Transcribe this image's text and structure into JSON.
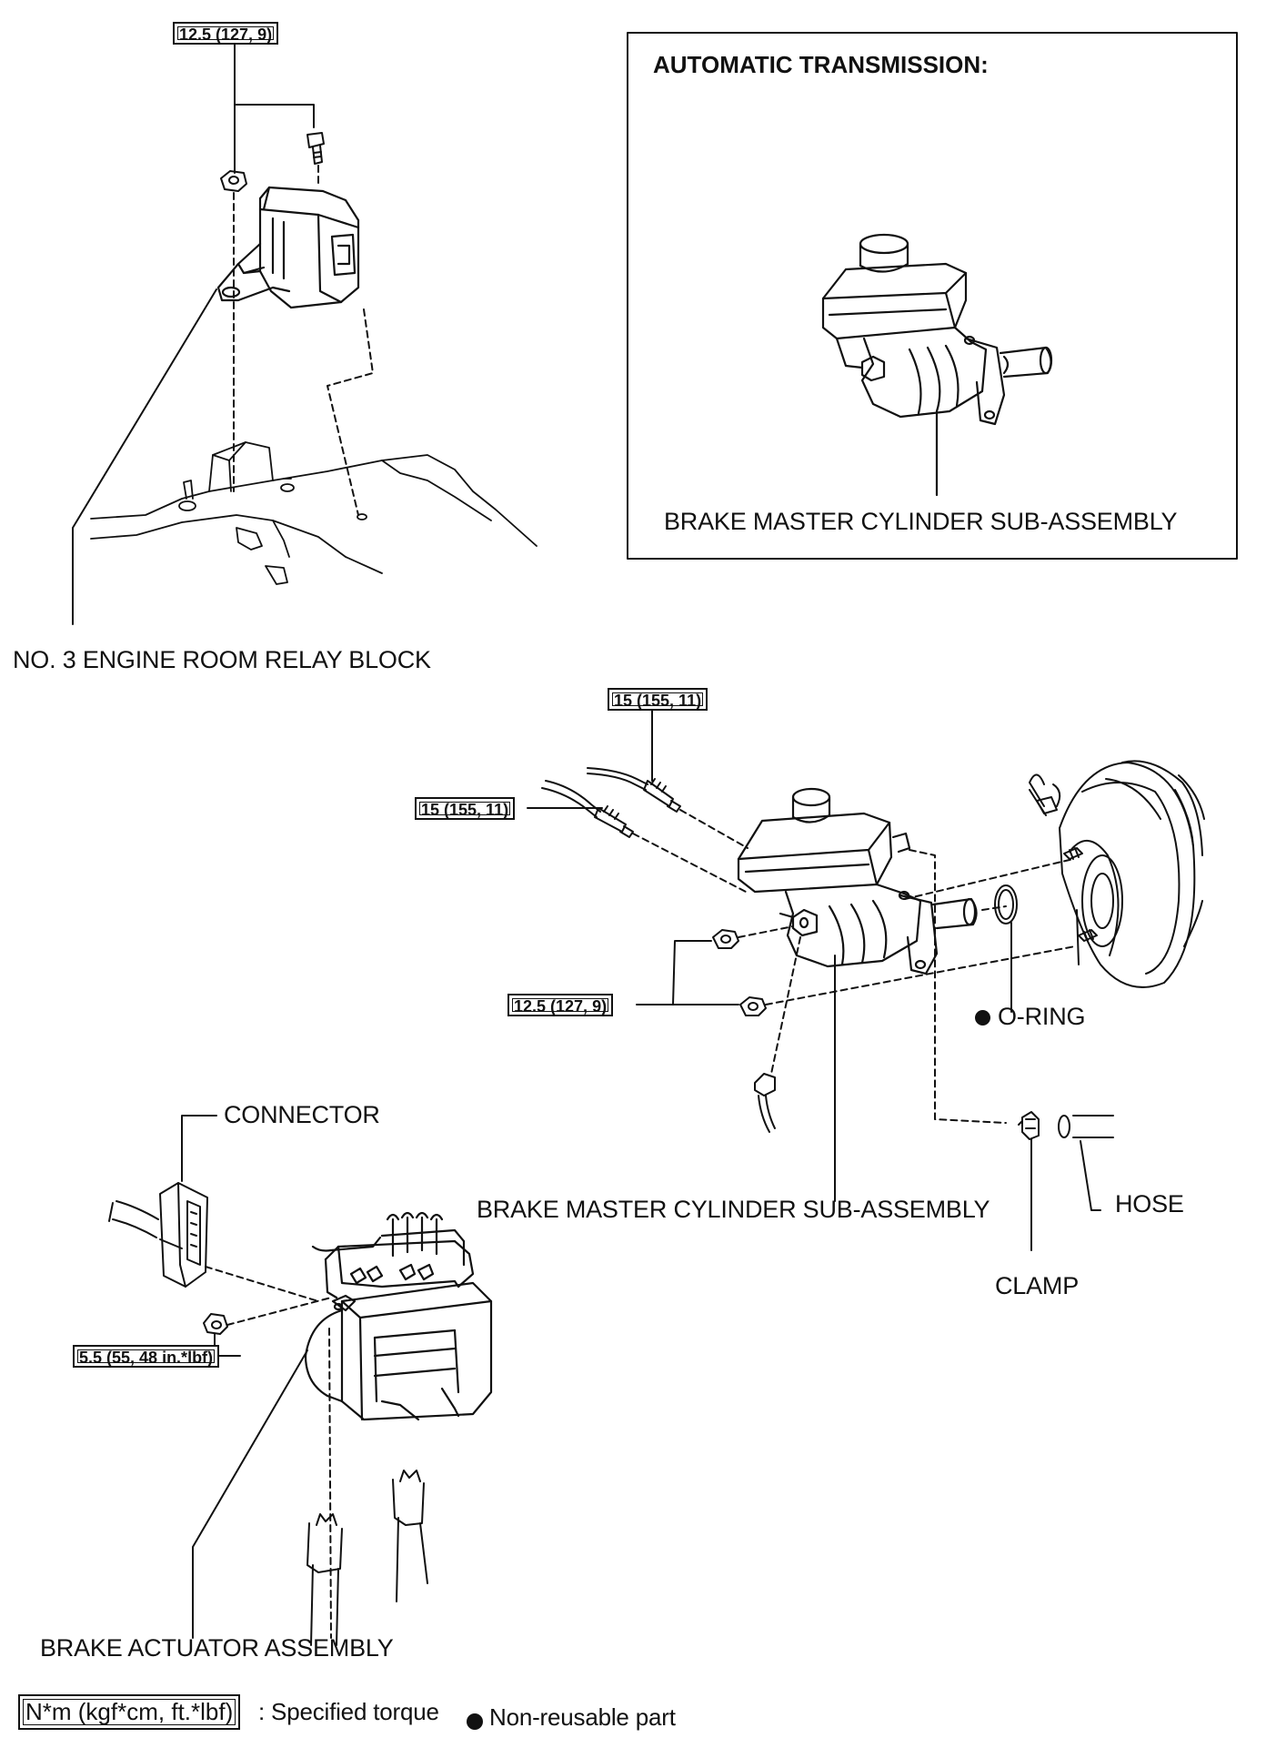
{
  "inset": {
    "heading": "AUTOMATIC TRANSMISSION:",
    "part_label": "BRAKE MASTER CYLINDER SUB-ASSEMBLY"
  },
  "labels": {
    "relay_block": "NO. 3 ENGINE ROOM RELAY BLOCK",
    "master_cylinder": "BRAKE MASTER CYLINDER SUB-ASSEMBLY",
    "o_ring": "O-RING",
    "connector": "CONNECTOR",
    "hose": "HOSE",
    "clamp": "CLAMP",
    "actuator": "BRAKE ACTUATOR ASSEMBLY"
  },
  "torques": {
    "relay_block": "12.5 (127, 9)",
    "brake_line_upper": "15 (155, 11)",
    "brake_line_lower": "15 (155, 11)",
    "master_cylinder_nuts": "12.5 (127, 9)",
    "actuator_nut": "5.5 (55, 48 in.*lbf)"
  },
  "legend": {
    "torque_box": "N*m (kgf*cm, ft.*lbf)",
    "torque_text": ": Specified torque",
    "nonreusable_text": "Non-reusable part"
  }
}
